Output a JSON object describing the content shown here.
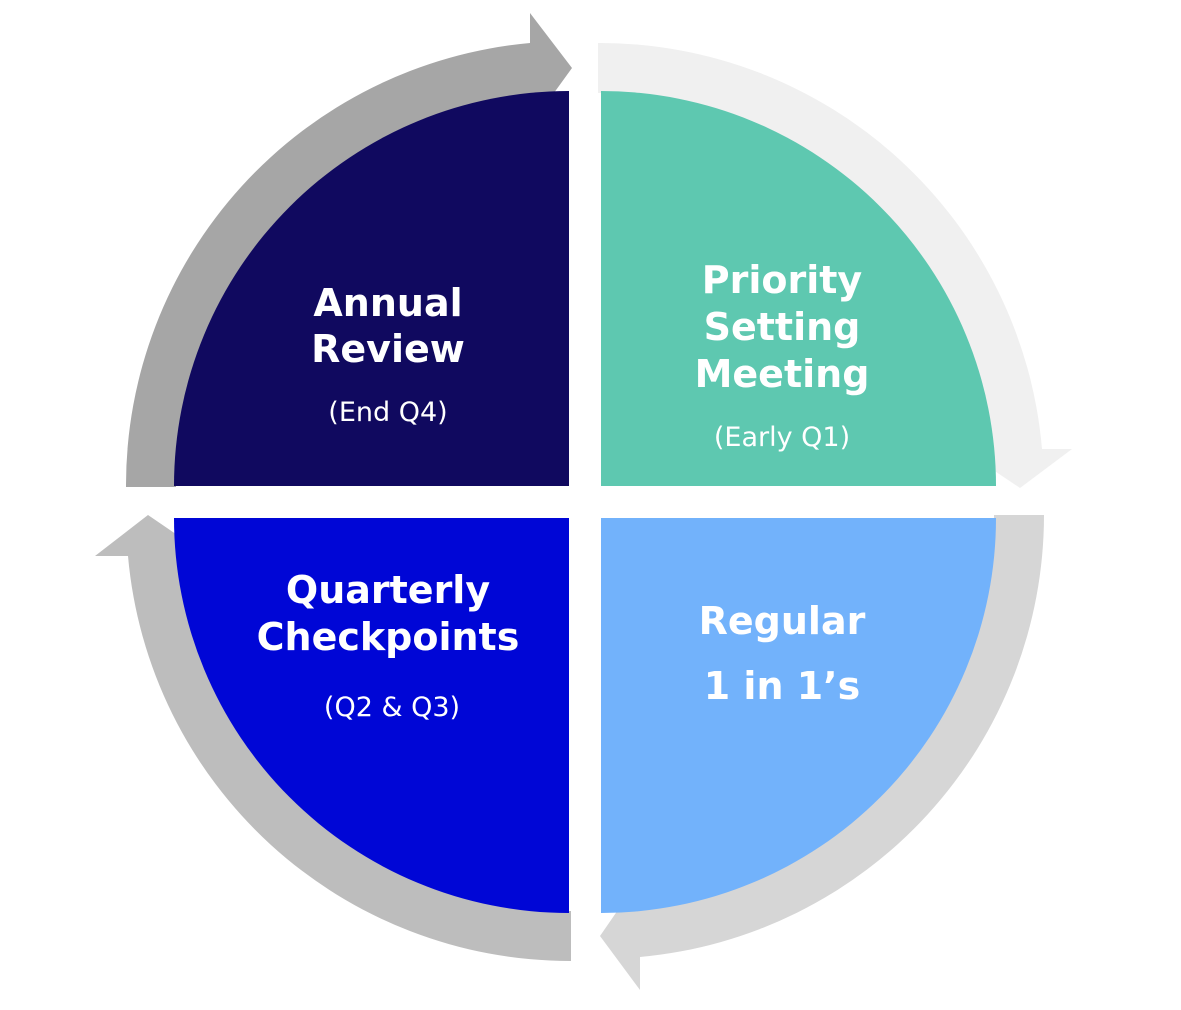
{
  "colors": {
    "annual_review": "#10095f",
    "priority_setting": "#5ec8b0",
    "regular_one_on_ones": "#72b2fb",
    "quarterly_checkpoints": "#0006d6",
    "arrow_top_left": "#a6a6a6",
    "arrow_top_right": "#f0f0f0",
    "arrow_bottom_right": "#d6d6d6",
    "arrow_bottom_left": "#bdbdbd"
  },
  "quadrants": {
    "annual_review": {
      "title_line1": "Annual",
      "title_line2": "Review",
      "timing": "(End Q4)"
    },
    "priority_setting": {
      "title_line1": "Priority",
      "title_line2": "Setting",
      "title_line3": "Meeting",
      "timing": "(Early Q1)"
    },
    "regular_one_on_ones": {
      "title_line1": "Regular",
      "title_line2": "1 in 1’s"
    },
    "quarterly_checkpoints": {
      "title_line1": "Quarterly",
      "title_line2": "Checkpoints",
      "timing": "(Q2 & Q3)"
    }
  }
}
